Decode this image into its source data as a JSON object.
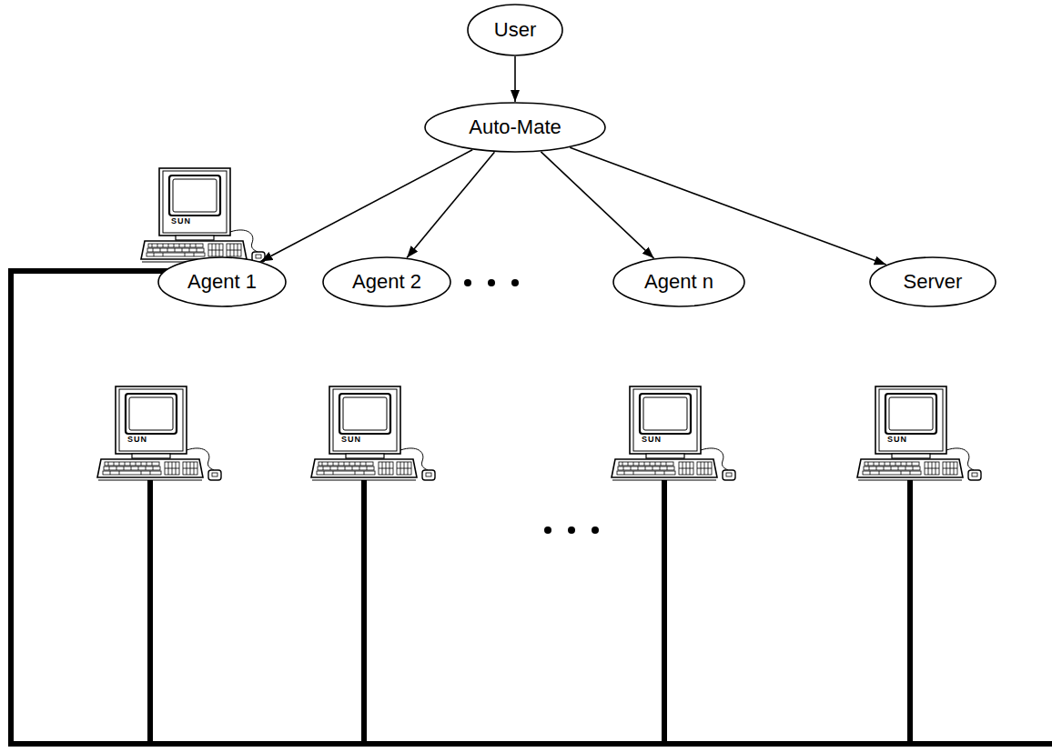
{
  "diagram": {
    "nodes": [
      {
        "text": [
          "User"
        ]
      },
      {
        "text": [
          "Auto-Mate"
        ]
      },
      {
        "text": [
          "Agent 1"
        ]
      },
      {
        "text": [
          "Agent 2"
        ]
      },
      {
        "text": [
          "Agent n"
        ]
      },
      {
        "text": [
          "Server"
        ]
      }
    ],
    "edges": [
      {
        "from": 0,
        "to": 1,
        "arrow": "to"
      },
      {
        "from": 1,
        "to": 2,
        "arrow": "to"
      },
      {
        "from": 1,
        "to": 3,
        "arrow": "to"
      },
      {
        "from": 1,
        "to": 4,
        "arrow": "to"
      },
      {
        "from": 1,
        "to": 5,
        "arrow": "to"
      }
    ],
    "labels": [
      "SUN",
      "SUN",
      "SUN",
      "SUN",
      "SUN"
    ]
  }
}
